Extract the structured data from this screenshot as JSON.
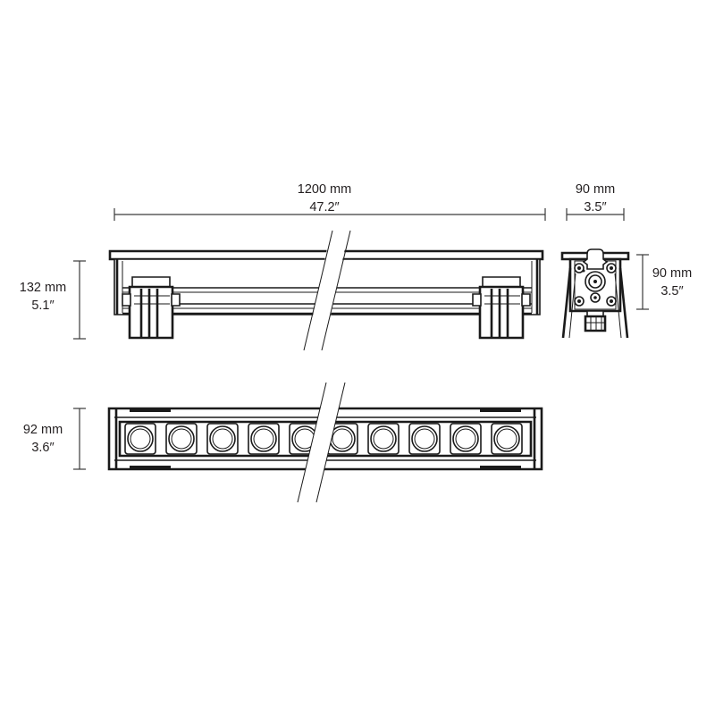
{
  "drawing": {
    "title": "Linear LED Luminaire Dimensional Drawing",
    "background_color": "#ffffff",
    "line_color": "#1a1a1a",
    "text_color": "#231f20",
    "dimensions": {
      "length": {
        "name": "overall-length",
        "metric": "1200 mm",
        "imperial": "47.2″",
        "orientation": "horizontal",
        "position": "top-left"
      },
      "depth": {
        "name": "end-view-width",
        "metric": "90 mm",
        "imperial": "3.5″",
        "orientation": "horizontal",
        "position": "top-right"
      },
      "front_height": {
        "name": "front-view-height",
        "metric": "132 mm",
        "imperial": "5.1″",
        "orientation": "vertical",
        "position": "left-upper"
      },
      "plan_width": {
        "name": "plan-view-width",
        "metric": "92 mm",
        "imperial": "3.6″",
        "orientation": "vertical",
        "position": "left-lower"
      },
      "end_height": {
        "name": "end-view-height",
        "metric": "90 mm",
        "imperial": "3.5″",
        "orientation": "vertical",
        "position": "right"
      }
    },
    "views": {
      "front_elevation": {
        "name": "front-elevation-view",
        "has_break_symbol": true,
        "bracket_count": 2
      },
      "end_elevation": {
        "name": "end-elevation-view",
        "bolt_count": 4,
        "has_center_pivot": true,
        "leg_count": 2
      },
      "plan": {
        "name": "plan-view",
        "has_break_symbol": true,
        "led_count": 10
      }
    }
  }
}
